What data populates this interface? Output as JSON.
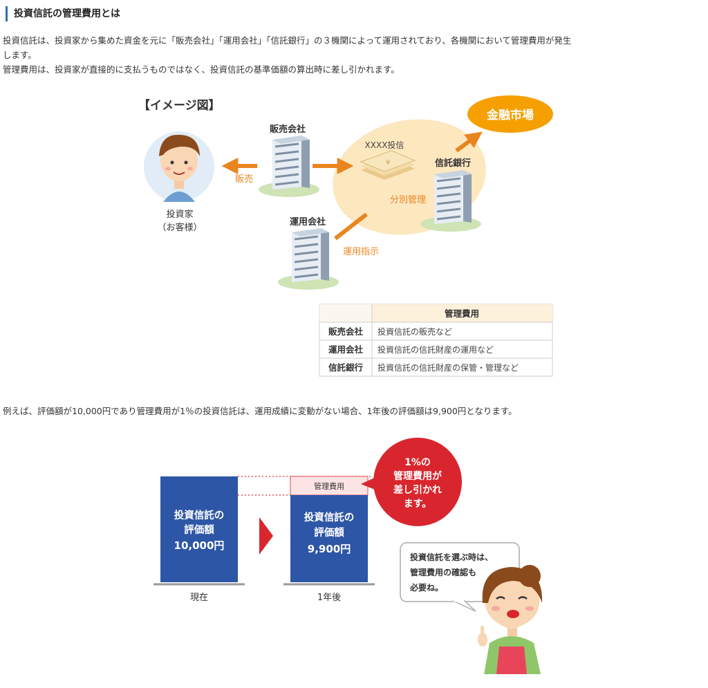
{
  "heading": "投資信託の管理費用とは",
  "intro": {
    "line1": "投資信託は、投資家から集めた資金を元に「販売会社」「運用会社」「信託銀行」の３機関によって運用されており、各機関において管理費用が発生",
    "line2": "します。",
    "line3": "管理費用は、投資家が直接的に支払うものではなく、投資信託の基準価額の算出時に差し引かれます。"
  },
  "diagram": {
    "title": "【イメージ図】",
    "investor_label_1": "投資家",
    "investor_label_2": "（お客様）",
    "sales_company": "販売会社",
    "sales_arrow_label": "販売",
    "fund_label": "XXXX投信",
    "trust_bank": "信託銀行",
    "segregation_label": "分別管理",
    "financial_market": "金融市場",
    "asset_manager": "運用会社",
    "instruction_label": "運用指示"
  },
  "fee_table": {
    "header": "管理費用",
    "rows": [
      {
        "name": "販売会社",
        "fee": "投資信託の販売など"
      },
      {
        "name": "運用会社",
        "fee": "投資信託の信託財産の運用など"
      },
      {
        "name": "信託銀行",
        "fee": "投資信託の信託財産の保管・管理など"
      }
    ]
  },
  "example_text": "例えば、評価額が10,000円であり管理費用が1％の投資信託は、運用成績に変動がない場合、1年後の評価額は9,900円となります。",
  "example_chart": {
    "before": {
      "line1": "投資信託の",
      "line2": "評価額",
      "line3": "10,000円",
      "caption": "現在"
    },
    "after": {
      "line1": "投資信託の",
      "line2": "評価額",
      "line3": "9,900円",
      "caption": "1年後"
    },
    "fee_band_label": "管理費用",
    "bubble": {
      "line1": "1%の",
      "line2": "管理費用が",
      "line3": "差し引かれ",
      "line4": "ます。"
    },
    "speech": {
      "line1": "投資信託を選ぶ時は、",
      "line2": "管理費用の確認も",
      "line3": "必要ね。"
    }
  },
  "colors": {
    "accent_blue": "#2f6fb0",
    "bar_blue": "#2e56a6",
    "arrow_orange": "#e9851f",
    "market_orange": "#f5a000",
    "ellipse_fill": "#fde7bf",
    "bubble_red": "#d9262e",
    "table_header_bg": "#fdf1dc"
  }
}
